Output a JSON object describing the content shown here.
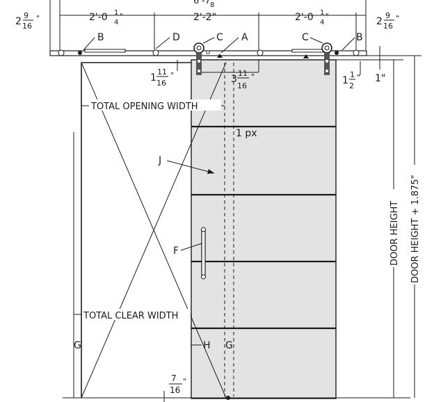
{
  "dimensions": {
    "left_end": {
      "whole": "2",
      "num": "9",
      "den": "16",
      "unit": "\""
    },
    "right_end": {
      "whole": "2",
      "num": "9",
      "den": "16",
      "unit": "\""
    },
    "top_total": {
      "text": "6'-7",
      "fraction": "8"
    },
    "span_left": {
      "text": "2'-0",
      "num": "1",
      "den": "4",
      "unit": "\""
    },
    "span_mid": {
      "text": "2'-2\""
    },
    "span_right": {
      "text": "2'-0",
      "num": "1",
      "den": "4",
      "unit": "\""
    },
    "gap_left": {
      "whole": "1",
      "num": "11",
      "den": "16",
      "unit": "\""
    },
    "gap_mid": {
      "whole": "3",
      "num": "11",
      "den": "16",
      "unit": "\""
    },
    "gap_right": {
      "whole": "1",
      "num": "1",
      "den": "2",
      "unit": "\""
    },
    "gap_far_right": {
      "text": "1\""
    },
    "bottom_gap": {
      "num": "7",
      "den": "16",
      "unit": "\""
    }
  },
  "callouts": {
    "A": "A",
    "B_left": "B",
    "B_right": "B",
    "C_left": "C",
    "C_right": "C",
    "D": "D",
    "F": "F",
    "J": "J",
    "G_left": "G",
    "G_right": "G",
    "H": "H",
    "px": "1 px"
  },
  "labels": {
    "total_opening_width": "TOTAL OPENING WIDTH",
    "total_clear_width": "TOTAL CLEAR WIDTH",
    "door_height": "DOOR HEIGHT",
    "door_height_plus": "DOOR HEIGHT + 1.875\""
  },
  "colors": {
    "door_fill": "#e3e3e3",
    "line": "#1a1a1a"
  }
}
